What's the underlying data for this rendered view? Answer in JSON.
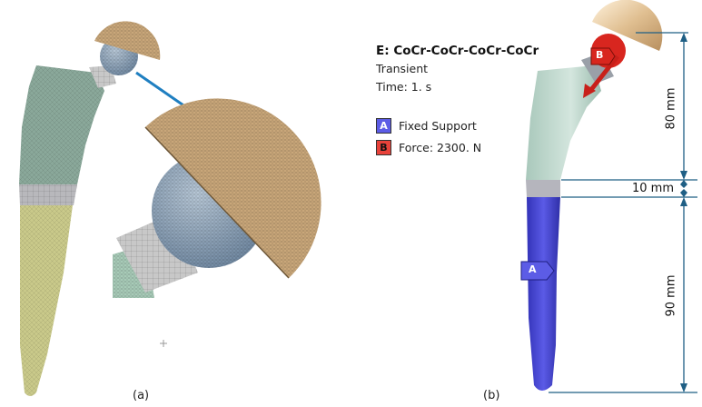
{
  "captions": {
    "a": "(a)",
    "b": "(b)"
  },
  "info": {
    "title": "E: CoCr-CoCr-CoCr-CoCr",
    "analysis": "Transient",
    "time": "Time: 1. s"
  },
  "legend": [
    {
      "letter": "A",
      "label": "Fixed Support",
      "color": "#4f4fd9"
    },
    {
      "letter": "B",
      "label": "Force: 2300. N",
      "color": "#e8423a"
    }
  ],
  "dimensions": {
    "top": "80 mm",
    "middle": "10 mm",
    "bottom": "90 mm"
  },
  "markers": {
    "a": "A",
    "b": "B"
  },
  "colors": {
    "stem_mesh": "#c9c98a",
    "neck_mesh": "#8aa89a",
    "cup": "#c9a77a",
    "ball": "#8fa3b8",
    "fixed_support": "#4040c8",
    "force": "#d8261f",
    "dim_line": "#1f5f85"
  }
}
